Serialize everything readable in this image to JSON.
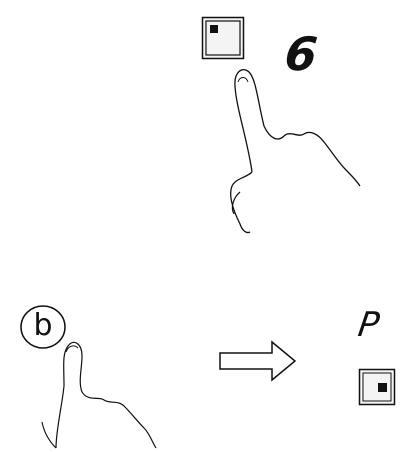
{
  "top_panel": {
    "button_icon": "square-button-top-left-dot-icon",
    "display_digit": "6",
    "gesture": "hand-pointing-icon"
  },
  "bottom_panel": {
    "button_label": "b",
    "button_icon": "circle-b-button-icon",
    "gesture": "hand-pointing-icon",
    "arrow_icon": "right-arrow-icon",
    "display_letter": "P",
    "result_icon": "square-button-right-dot-icon"
  },
  "colors": {
    "ink": "#111111",
    "background": "#ffffff",
    "box_fill": "#f2f2f2"
  }
}
